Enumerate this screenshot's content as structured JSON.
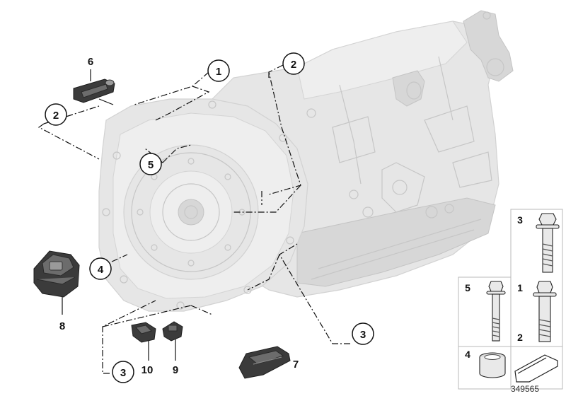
{
  "callouts": {
    "c1": "1",
    "c2_left": "2",
    "c2_top": "2",
    "c3_right": "3",
    "c3_bottom": "3",
    "c4": "4",
    "c5": "5"
  },
  "labels": {
    "l6": "6",
    "l7": "7",
    "l8": "8",
    "l9": "9",
    "l10": "10"
  },
  "fastener_table": {
    "cell_3": "3",
    "cell_5": "5",
    "cell_1": "1",
    "cell_2": "2",
    "cell_4": "4"
  },
  "reference_number": "349565",
  "icons": [
    "transmission-housing",
    "bolt-icon",
    "bushing-icon",
    "shim-icon",
    "bracket-icon",
    "clip-icon",
    "cover-icon",
    "mount-icon"
  ]
}
